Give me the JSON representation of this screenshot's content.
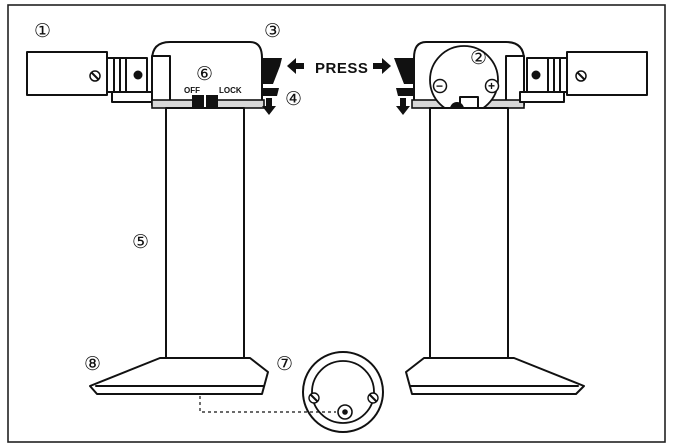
{
  "callouts": {
    "c1": "①",
    "c2": "②",
    "c3": "③",
    "c4": "④",
    "c5": "⑤",
    "c6": "⑥",
    "c7": "⑦",
    "c8": "⑧"
  },
  "press_label": "PRESS",
  "switch": {
    "off_label": "OFF",
    "lock_label": "LOCK"
  },
  "regulator": {
    "minus": "−",
    "plus": "+"
  },
  "icons": {
    "left_arrow": "arrow-left-icon",
    "right_arrow": "arrow-right-icon",
    "down_arrow": "arrow-down-icon"
  }
}
